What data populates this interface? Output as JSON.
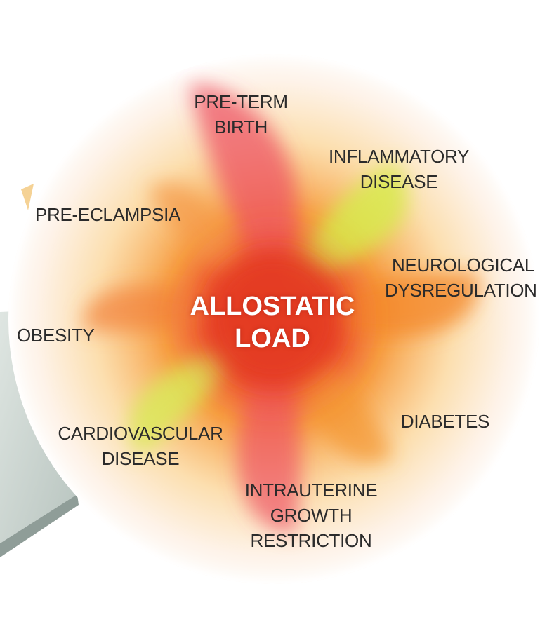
{
  "center": {
    "line1": "ALLOSTATIC",
    "line2": "LOAD"
  },
  "outcomes": {
    "preterm": {
      "line1": "PRE-TERM",
      "line2": "BIRTH"
    },
    "inflammatory": {
      "line1": "INFLAMMATORY",
      "line2": "DISEASE"
    },
    "neurological": {
      "line1": "NEUROLOGICAL",
      "line2": "DYSREGULATION"
    },
    "diabetes": {
      "line1": "DIABETES"
    },
    "iugr": {
      "line1": "INTRAUTERINE",
      "line2": "GROWTH",
      "line3": "RESTRICTION"
    },
    "cardiovascular": {
      "line1": "CARDIOVASCULAR",
      "line2": "DISEASE"
    },
    "obesity": {
      "line1": "OBESITY"
    },
    "preeclampsia": {
      "line1": "PRE-ECLAMPSIA"
    }
  },
  "colors": {
    "core": "#e8402a",
    "orange": "#f58a2c",
    "yellow_green": "#d6e84a",
    "pink": "#ee5a6a",
    "slab": "#c9d3cf"
  }
}
